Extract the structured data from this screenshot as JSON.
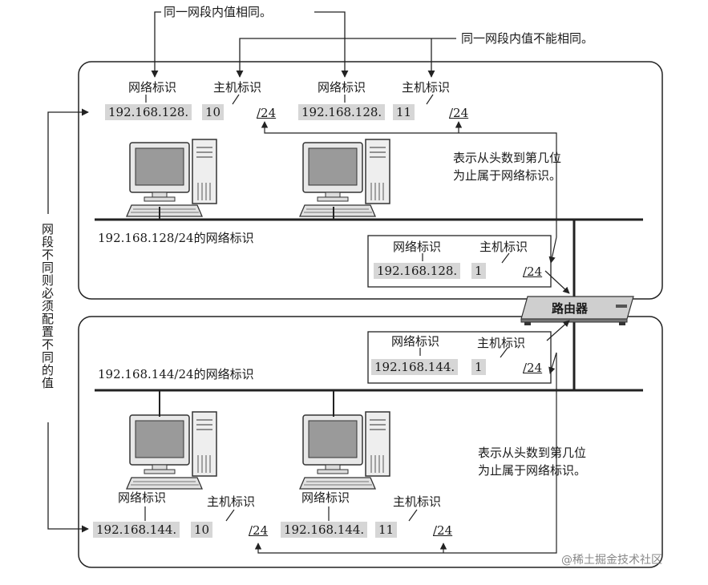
{
  "annotations": {
    "same_value": "同一网段内值相同。",
    "different_value": "同一网段内值不能相同。",
    "prefix_note_line1": "表示从头数到第几位",
    "prefix_note_line2": "为止属于网络标识。",
    "side_note": "网段不同则必须配置不同的值"
  },
  "labels": {
    "network_id": "网络标识",
    "host_id": "主机标识",
    "router": "路由器"
  },
  "segments": [
    {
      "caption": "192.168.128/24的网络标识",
      "hosts": [
        {
          "network": "192.168.128.",
          "host": "10",
          "prefix": "/24"
        },
        {
          "network": "192.168.128.",
          "host": "11",
          "prefix": "/24"
        }
      ],
      "router_port": {
        "network": "192.168.128.",
        "host": "1",
        "prefix": "/24"
      }
    },
    {
      "caption": "192.168.144/24的网络标识",
      "hosts": [
        {
          "network": "192.168.144.",
          "host": "10",
          "prefix": "/24"
        },
        {
          "network": "192.168.144.",
          "host": "11",
          "prefix": "/24"
        }
      ],
      "router_port": {
        "network": "192.168.144.",
        "host": "1",
        "prefix": "/24"
      }
    }
  ],
  "watermark": "@稀土掘金技术社区"
}
